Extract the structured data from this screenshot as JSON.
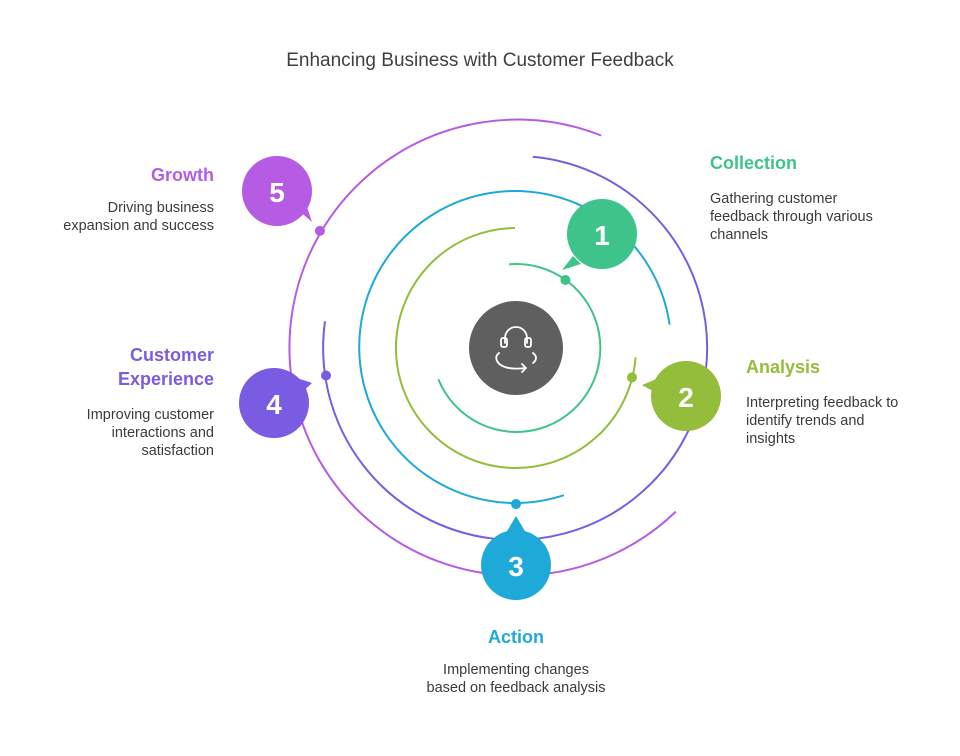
{
  "title": "Enhancing Business with Customer Feedback",
  "center_icon": "headset-cycle-icon",
  "steps": [
    {
      "number": "1",
      "title": "Collection",
      "description": [
        "Gathering customer",
        "feedback through various",
        "channels"
      ],
      "color": "#3ec48a"
    },
    {
      "number": "2",
      "title": "Analysis",
      "description": [
        "Interpreting feedback to",
        "identify trends and",
        "insights"
      ],
      "color": "#93bd3b"
    },
    {
      "number": "3",
      "title": "Action",
      "description": [
        "Implementing changes",
        "based on feedback analysis"
      ],
      "color": "#1ea9d8"
    },
    {
      "number": "4",
      "title": "Customer Experience",
      "title_lines": [
        "Customer",
        "Experience"
      ],
      "description": [
        "Improving customer",
        "interactions and",
        "satisfaction"
      ],
      "color": "#7a5ce2"
    },
    {
      "number": "5",
      "title": "Growth",
      "description": [
        "Driving business",
        "expansion and success"
      ],
      "color": "#b65be3"
    }
  ]
}
